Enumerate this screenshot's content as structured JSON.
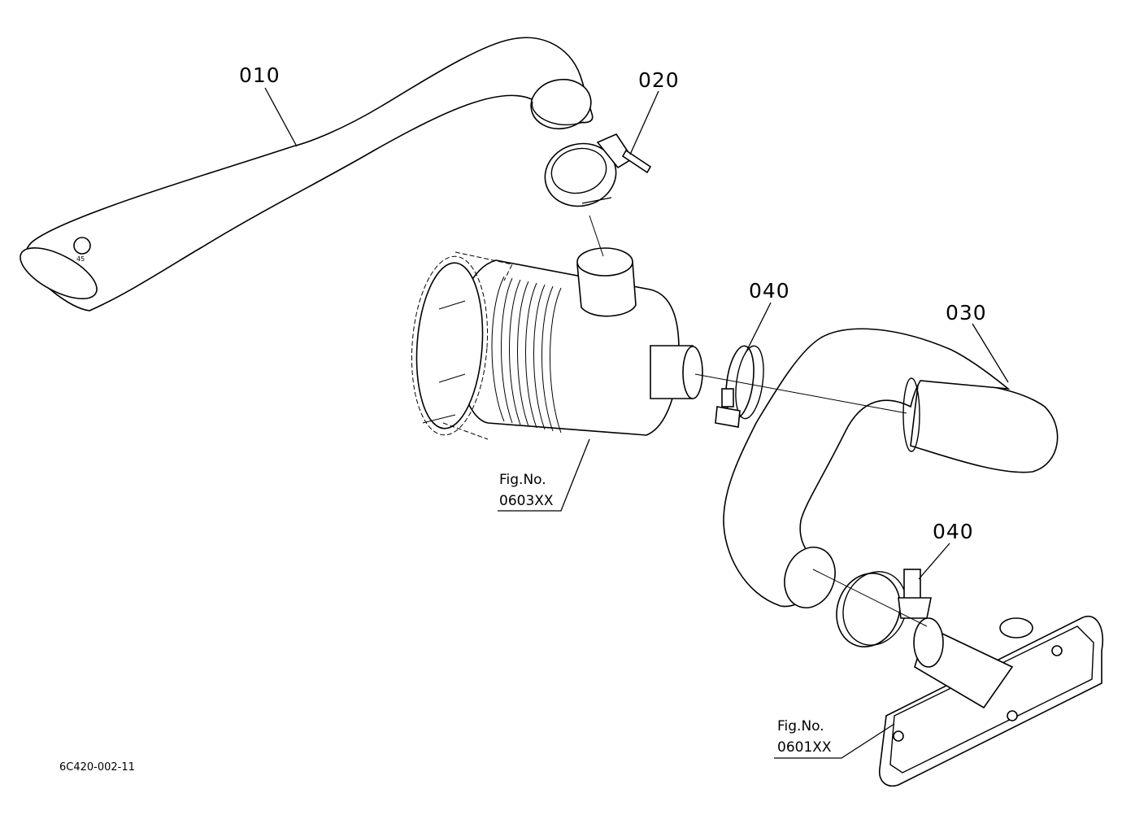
{
  "labels": {
    "part_010": "010",
    "part_020": "020",
    "part_030": "030",
    "part_040_upper": "040",
    "part_040_lower": "040"
  },
  "references": {
    "air_cleaner_line1": "Fig.No.",
    "air_cleaner_line2": "0603XX",
    "manifold_line1": "Fig.No.",
    "manifold_line2": "0601XX"
  },
  "drawing_code": "6C420-002-11"
}
